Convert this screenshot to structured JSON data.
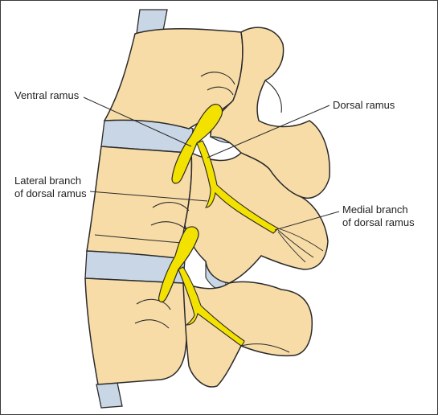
{
  "labels": {
    "ventral_ramus": "Ventral ramus",
    "dorsal_ramus": "Dorsal ramus",
    "lateral_branch": [
      "Lateral branch",
      "of dorsal ramus"
    ],
    "medial_branch": [
      "Medial branch",
      "of dorsal ramus"
    ]
  },
  "colors": {
    "bone": "#f7dca7",
    "disc": "#c9d6e6",
    "nerve": "#f3e100",
    "outline": "#2a2a2a"
  }
}
